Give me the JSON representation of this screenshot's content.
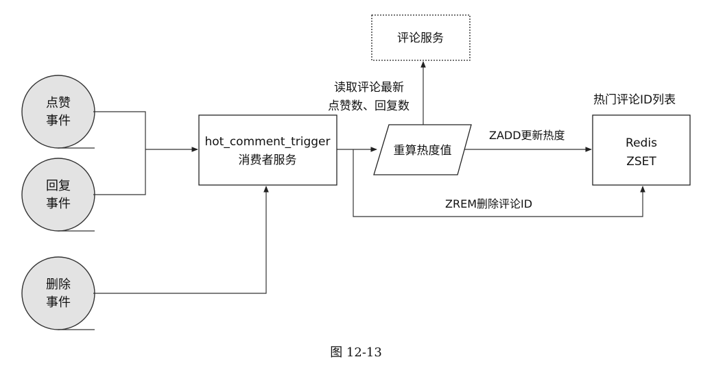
{
  "nodes": {
    "like_event": {
      "lines": [
        "点赞",
        "事件"
      ]
    },
    "reply_event": {
      "lines": [
        "回复",
        "事件"
      ]
    },
    "delete_event": {
      "lines": [
        "删除",
        "事件"
      ]
    },
    "consumer": {
      "lines": [
        "hot_comment_trigger",
        "消费者服务"
      ]
    },
    "recalc": {
      "label": "重算热度值"
    },
    "comment_service": {
      "label": "评论服务"
    },
    "redis": {
      "lines": [
        "Redis",
        "ZSET"
      ]
    }
  },
  "edge_labels": {
    "read_latest": [
      "读取评论最新",
      "点赞数、回复数"
    ],
    "zadd": "ZADD更新热度",
    "zrem": "ZREM删除评论ID",
    "hot_list": "热门评论ID列表"
  },
  "caption": "图 12-13"
}
